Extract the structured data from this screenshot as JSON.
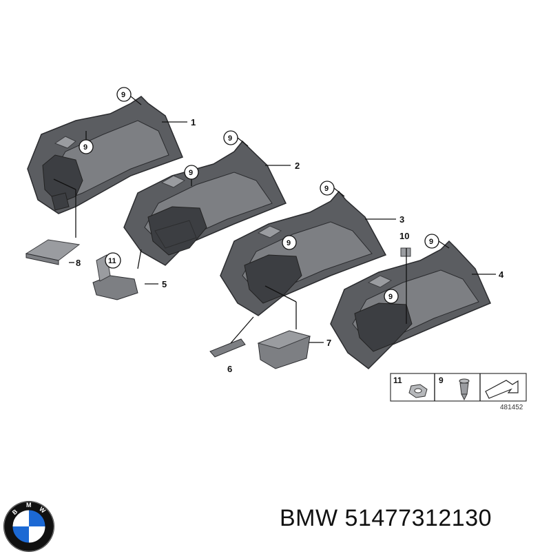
{
  "diagram": {
    "callouts": {
      "c1": "1",
      "c2": "2",
      "c3": "3",
      "c4": "4",
      "c5": "5",
      "c6": "6",
      "c7": "7",
      "c8": "8",
      "c9": "9",
      "c10": "10",
      "c11": "11"
    },
    "legend": {
      "item_a": "11",
      "item_b": "9"
    },
    "reference_code": "481452"
  },
  "brand": {
    "logo_letters": "BMW",
    "caption": "BMW 51477312130"
  },
  "colors": {
    "part_gray": "#5b5d61",
    "logo_blue": "#1c69d4",
    "logo_ring": "#111111"
  }
}
